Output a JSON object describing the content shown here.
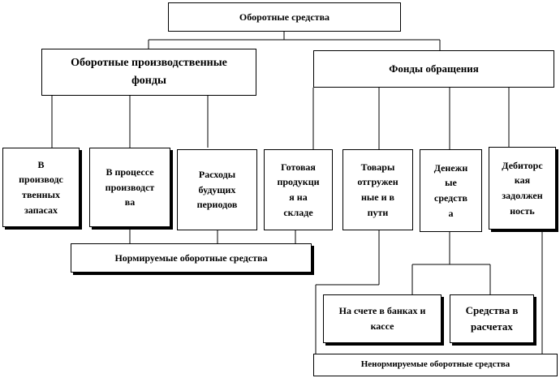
{
  "diagram": {
    "root": "Оборотные средства",
    "production_funds": "Оборотные производственные\nфонды",
    "circulation_funds": "Фонды обращения",
    "in_stock": "В\nпроизводс\nтвенных\nзапасах",
    "in_process": "В процессе\nпроизводст\nва",
    "future_expenses": "Расходы\nбудущих\nпериодов",
    "finished_goods": "Готовая\nпродукци\nя на\nскладе",
    "goods_shipped": "Товары\nотгружен\nные и в\nпути",
    "cash": "Денежн\nые\nсредств\nа",
    "receivables": "Дебиторс\nкая\nзадолжен\nность",
    "normed": "Нормируемые оборотные средства",
    "bank_accounts": "На счете в банках и\nкассе",
    "settlements": "Средства в\nрасчетах",
    "non_normed": "Ненормируемые оборотные средства"
  }
}
